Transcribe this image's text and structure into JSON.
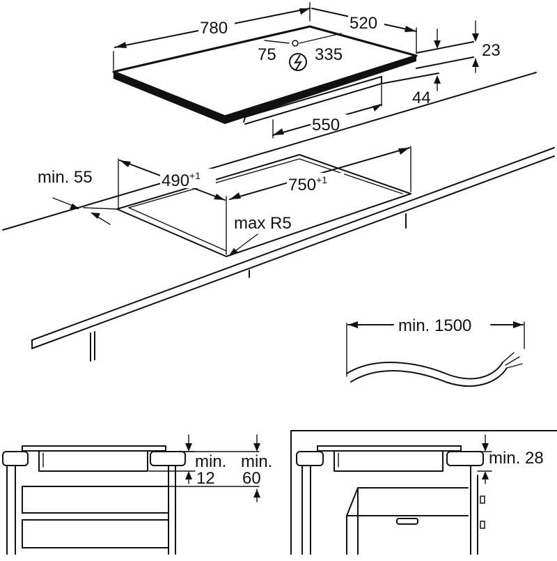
{
  "hob": {
    "width": "780",
    "depth": "520",
    "connection_offset_left": "75",
    "connection_offset_right": "335",
    "glass_thickness": "23",
    "total_height": "44",
    "bottom_width": "550",
    "power_symbol_icon": "power-connection-icon"
  },
  "cutout": {
    "depth": "490",
    "depth_tolerance": "+1",
    "width": "750",
    "width_tolerance": "+1",
    "corner_radius": "max R5",
    "edge_distance": "min. 55"
  },
  "cable": {
    "length": "min. 1500"
  },
  "section_left": {
    "gap_label": "min.",
    "gap_value": "12",
    "clearance_label": "min.",
    "clearance_value": "60"
  },
  "section_right": {
    "clearance": "min. 28"
  }
}
